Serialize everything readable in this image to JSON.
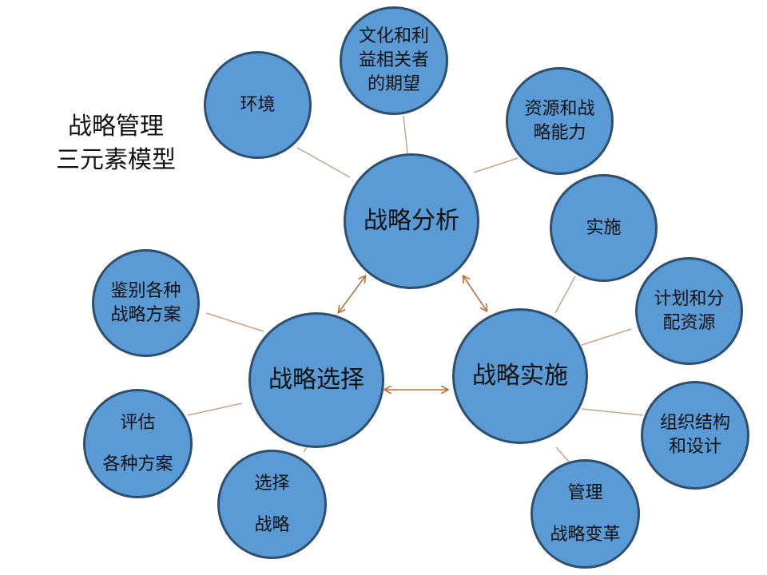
{
  "title": {
    "line1": "战略管理",
    "line2": "三元素模型"
  },
  "colors": {
    "node_fill": "#5b9bd5",
    "node_border": "#2f4f6e",
    "connector": "#c8a488",
    "arrow": "#b8703a",
    "text": "#111111"
  },
  "nodes": {
    "strategy_analysis": {
      "label": "战略分析"
    },
    "strategy_choice": {
      "label": "战略选择"
    },
    "strategy_implementation": {
      "label": "战略实施"
    },
    "environment": {
      "label": "环境"
    },
    "stakeholder_expectations": {
      "lines": [
        "文化和利",
        "益相关者",
        "的期望"
      ]
    },
    "resources_capability": {
      "lines": [
        "资源和战",
        "略能力"
      ]
    },
    "identify_options": {
      "lines": [
        "鉴别各种",
        "战略方案"
      ]
    },
    "evaluate_options": {
      "lines": [
        "评估",
        "各种方案"
      ]
    },
    "select_strategy": {
      "lines": [
        "选择",
        "战略"
      ]
    },
    "implementation_sub": {
      "label": "实施"
    },
    "planning_allocation": {
      "lines": [
        "计划和分",
        "配资源"
      ]
    },
    "org_structure": {
      "lines": [
        "组织结构",
        "和设计"
      ]
    },
    "manage_change": {
      "lines": [
        "管理",
        "战略变革"
      ]
    }
  },
  "relations": [
    {
      "from": "strategy_analysis",
      "to": "strategy_choice",
      "type": "bidirectional"
    },
    {
      "from": "strategy_analysis",
      "to": "strategy_implementation",
      "type": "bidirectional"
    },
    {
      "from": "strategy_choice",
      "to": "strategy_implementation",
      "type": "bidirectional"
    }
  ]
}
